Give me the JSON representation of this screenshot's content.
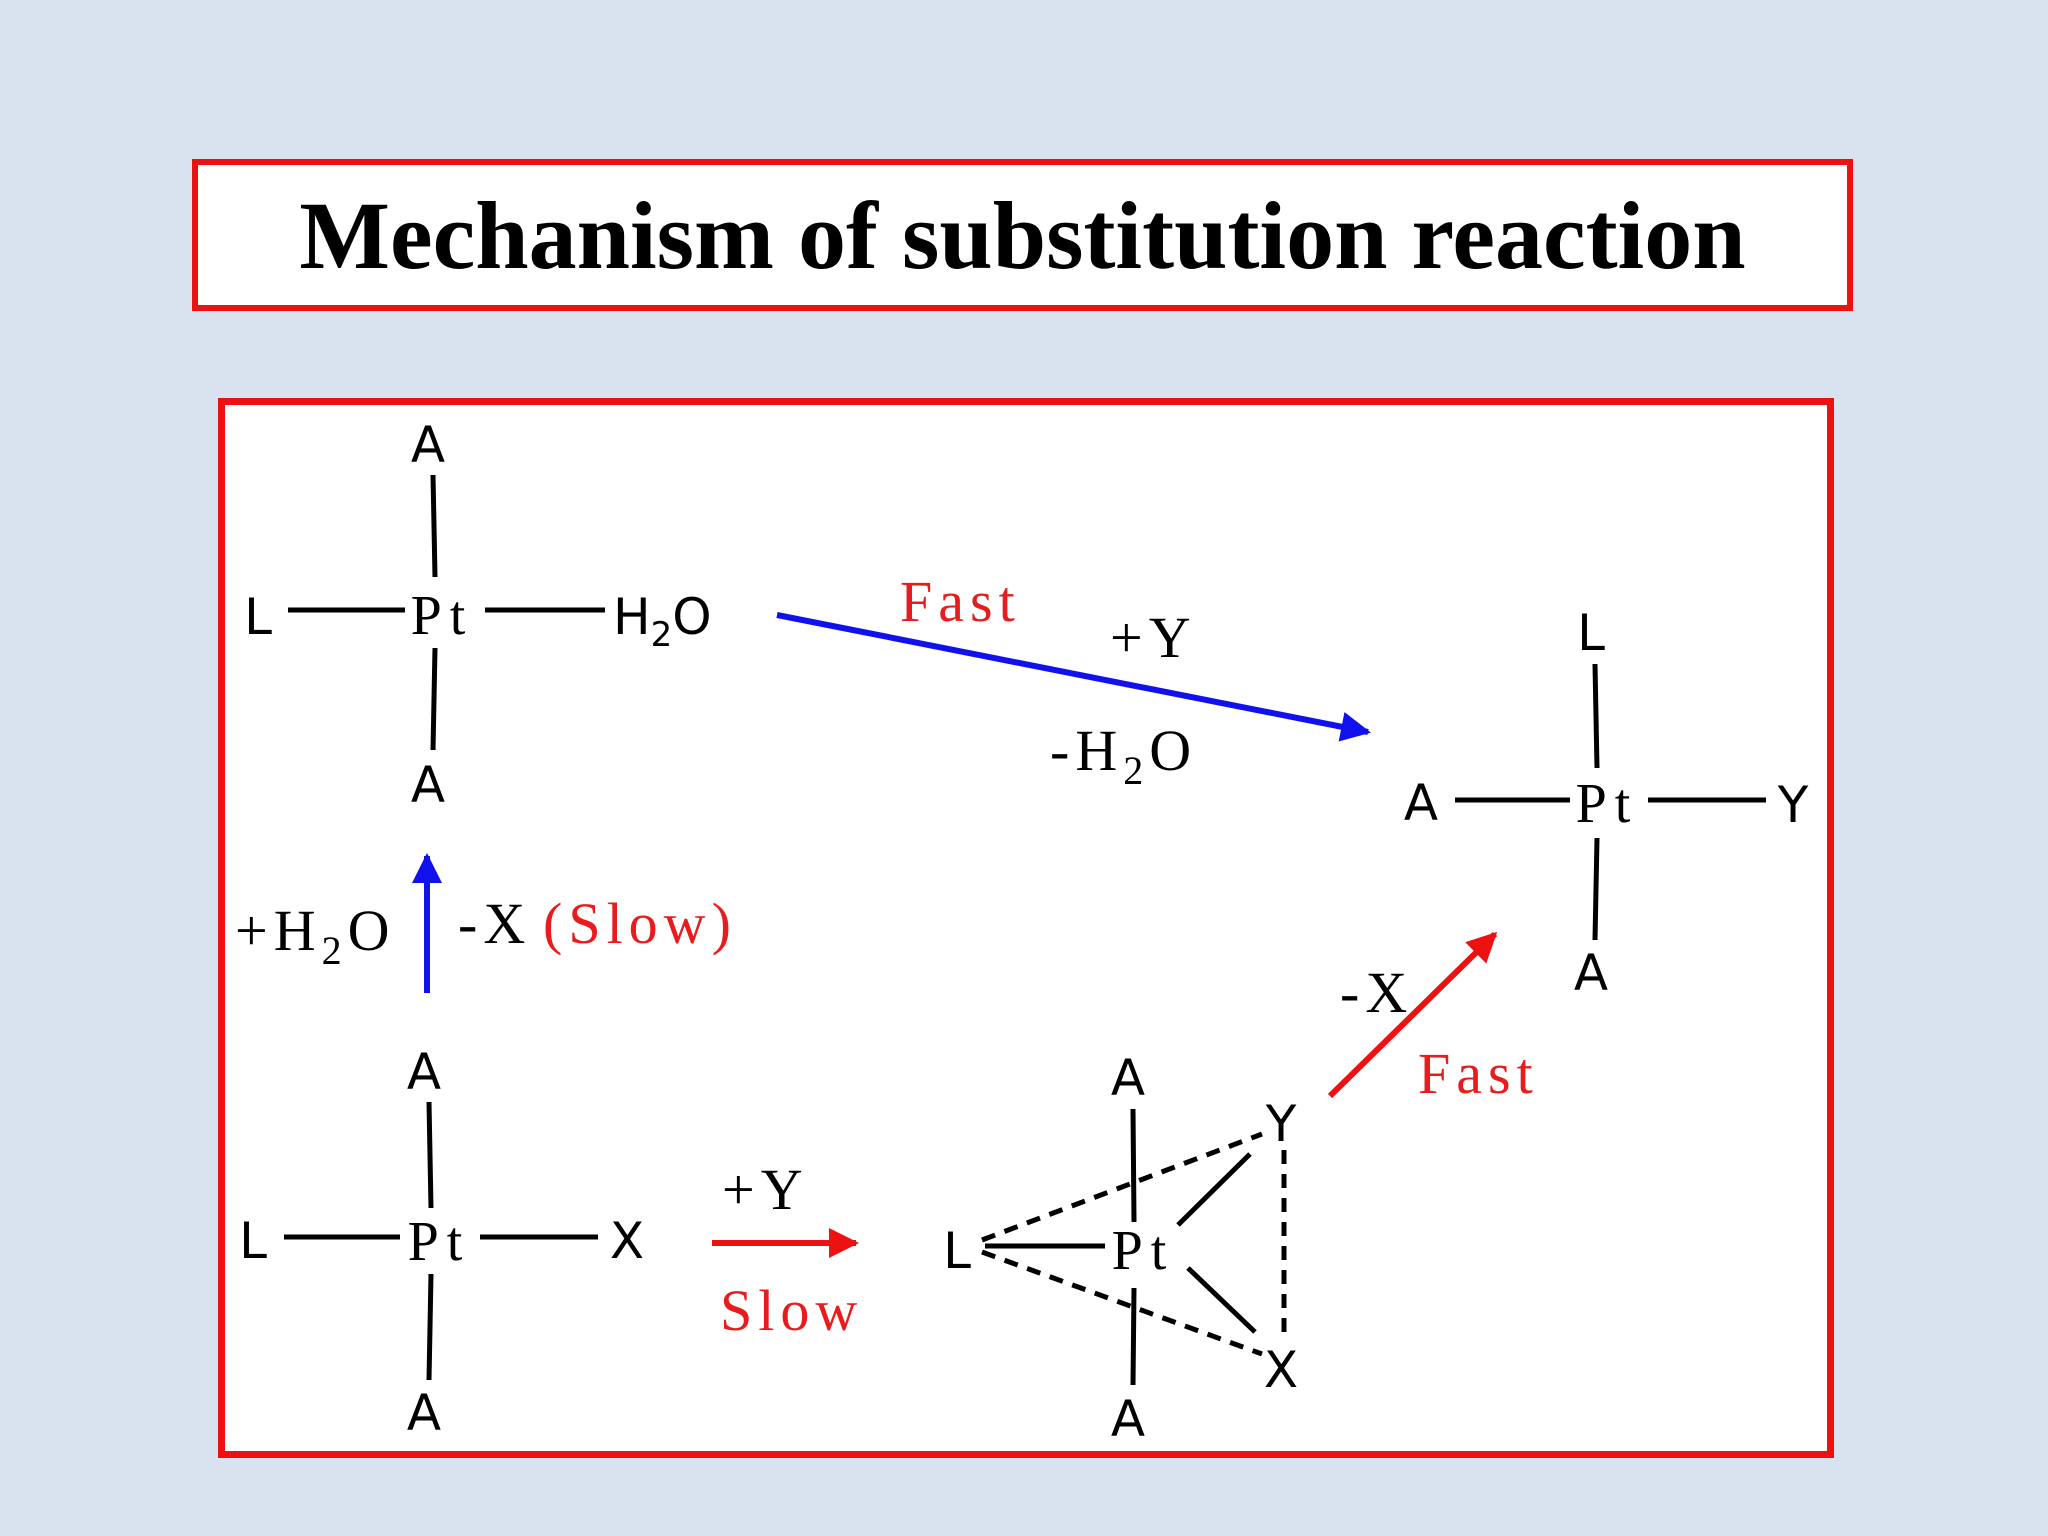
{
  "title": "Mechanism of substitution reaction",
  "colors": {
    "background": "#d8e3ef",
    "frame": "#ee1111",
    "blue_arrow": "#1111ee",
    "red_arrow": "#ee1111",
    "red_text": "#e81c1c"
  },
  "aqua_complex": {
    "top": "A",
    "left": "L",
    "metal": "Pt",
    "right_main": "H",
    "right_sub": "2",
    "right_end": "O",
    "bottom": "A"
  },
  "start_complex": {
    "top": "A",
    "left": "L",
    "metal": "Pt",
    "right": "X",
    "bottom": "A"
  },
  "intermediate": {
    "top": "A",
    "left": "L",
    "metal": "Pt",
    "y": "Y",
    "x": "X",
    "bottom": "A"
  },
  "product_complex": {
    "top": "L",
    "left": "A",
    "metal": "Pt",
    "right": "Y",
    "bottom": "A"
  },
  "step_aquation": {
    "plus": "+H",
    "sub": "2",
    "o": "O",
    "minus": "-X",
    "rate": "(Slow)"
  },
  "step_aqua_to_product": {
    "rate": "Fast",
    "plus": "+Y",
    "minus_main": "-H",
    "minus_sub": "2",
    "minus_end": "O"
  },
  "step_direct": {
    "plus": "+Y",
    "rate": "Slow"
  },
  "step_intermediate_to_product": {
    "minus": "-X",
    "rate": "Fast"
  }
}
